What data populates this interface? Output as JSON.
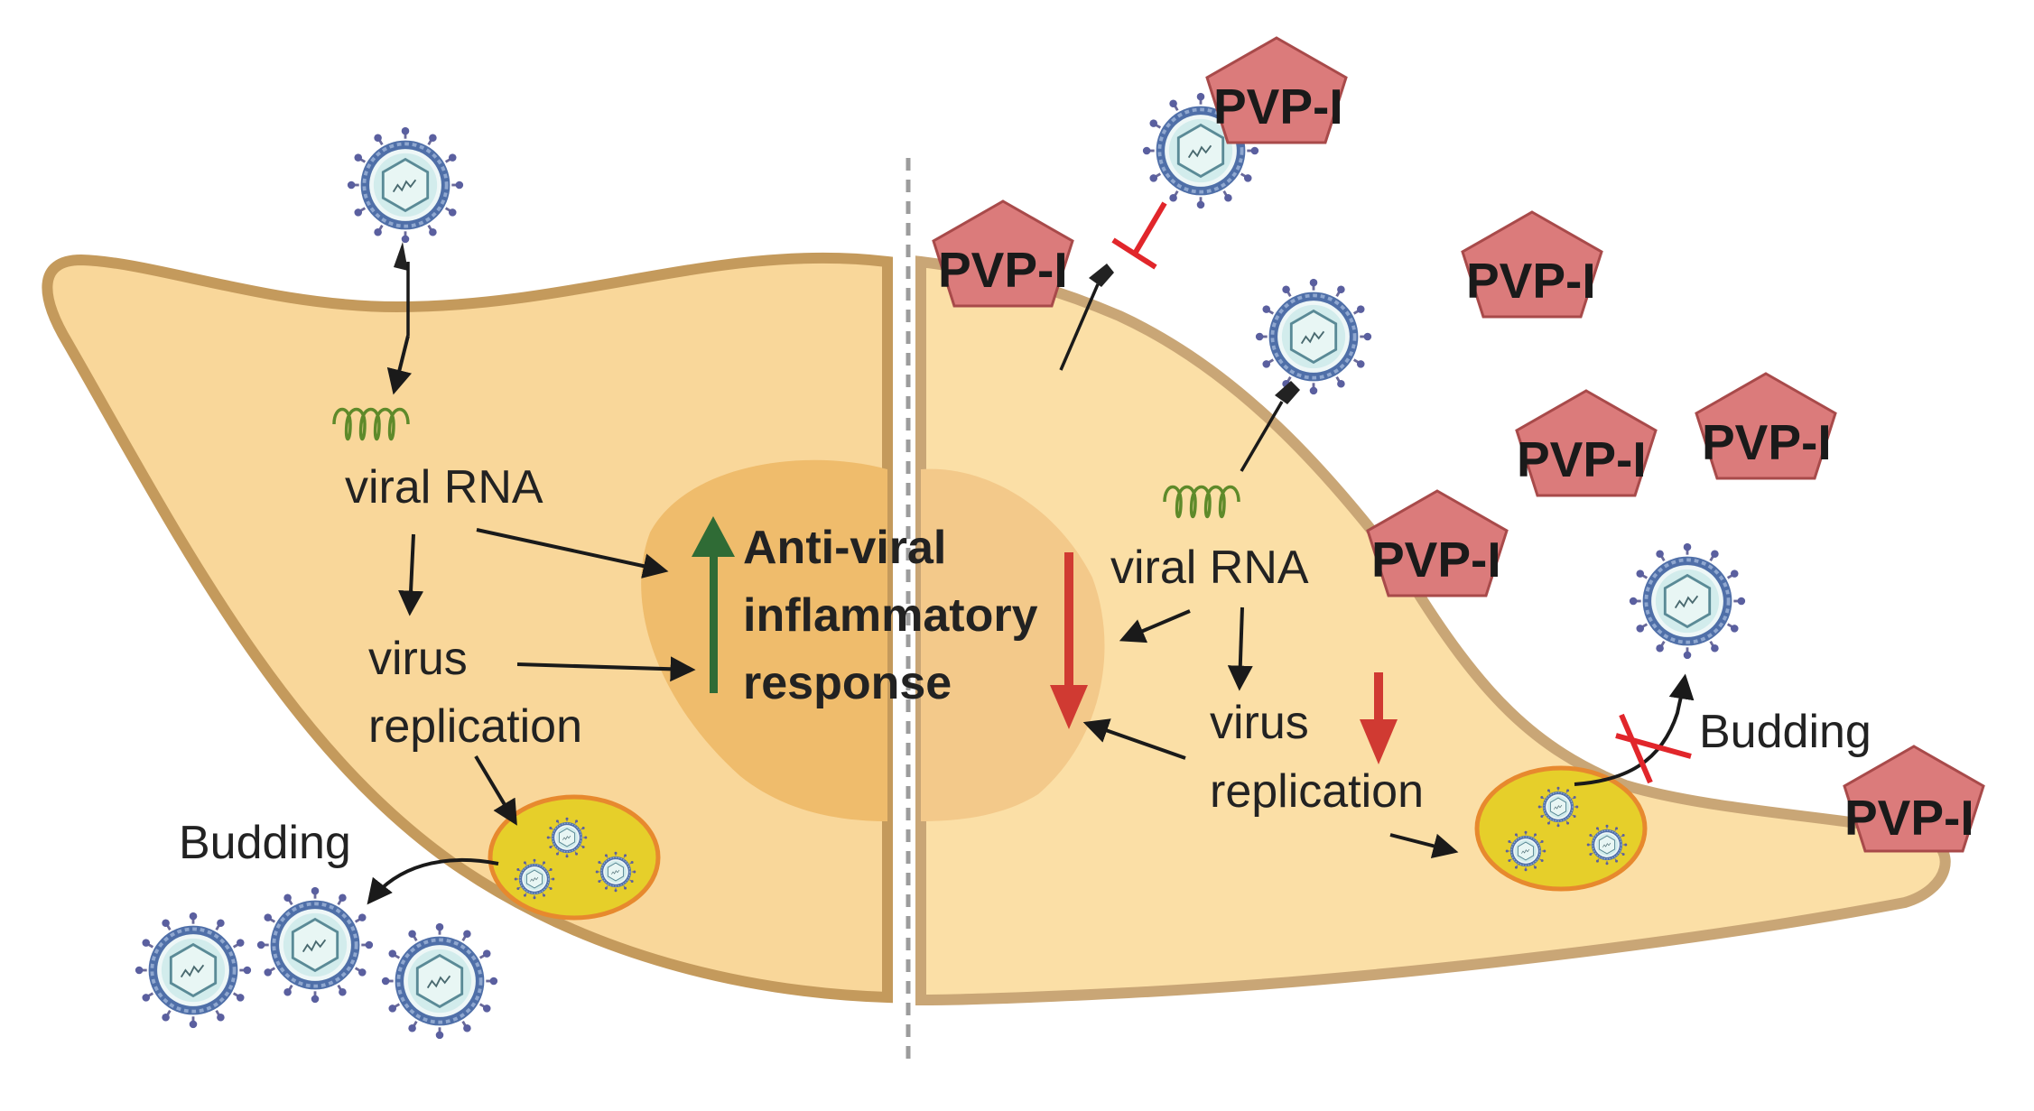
{
  "left_panel": {
    "viral_rna": "viral RNA",
    "virus": "virus",
    "replication": "replication",
    "budding": "Budding",
    "response_line1": "Anti-viral",
    "response_line2": "inflammatory",
    "response_line3": "response"
  },
  "right_panel": {
    "viral_rna": "viral RNA",
    "virus": "virus",
    "replication": "replication",
    "budding": "Budding",
    "pvp_label": "PVP-I"
  },
  "colors": {
    "cell_fill": "#f9d79a",
    "cell_edge": "#c49a5c",
    "nucleus": "#efbc6c",
    "vesicle": "#e6cf2a",
    "pvp_pentagon": "#db7b7b",
    "up_arrow": "#2f6b35",
    "down_arrow": "#d03a32",
    "inhibition": "#e1262b"
  }
}
